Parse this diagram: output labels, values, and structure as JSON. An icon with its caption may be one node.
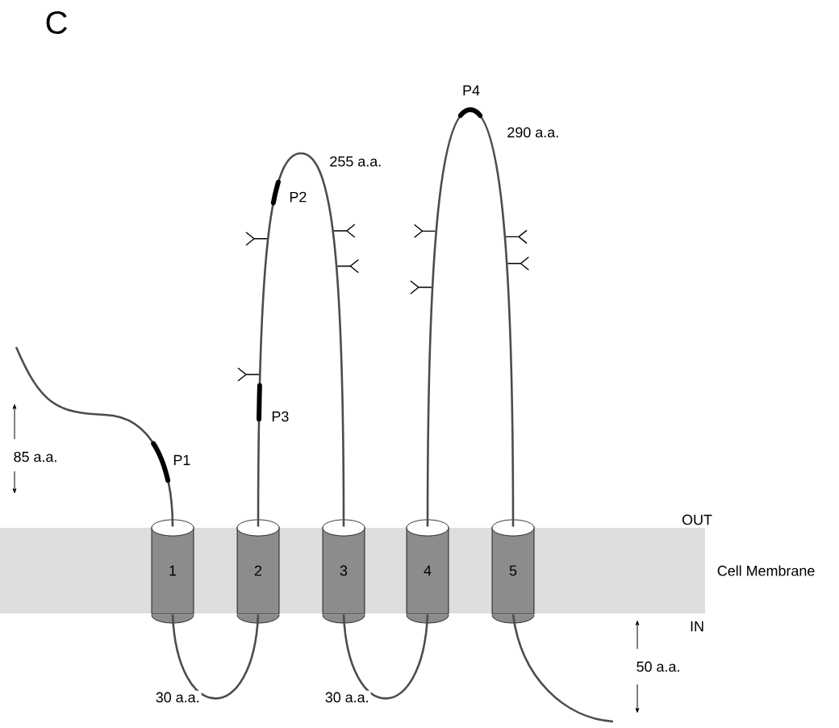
{
  "diagram": {
    "nodes": [
      {
        "text": [
          "Cell Membrane"
        ]
      },
      {
        "text": [
          "1"
        ],
        "in": 0
      },
      {
        "text": [
          "2"
        ],
        "in": 0
      },
      {
        "text": [
          "3"
        ],
        "in": 0
      },
      {
        "text": [
          "4"
        ],
        "in": 0
      },
      {
        "text": [
          "5"
        ],
        "in": 0
      }
    ],
    "edges": [
      {
        "from": null,
        "to": 1,
        "arrow": "none"
      },
      {
        "from": 1,
        "to": 2,
        "arrow": "none",
        "label": "30 a.a."
      },
      {
        "from": 2,
        "to": 3,
        "arrow": "none",
        "label": "255 a.a."
      },
      {
        "from": 3,
        "to": 4,
        "arrow": "none",
        "label": "30 a.a."
      },
      {
        "from": 4,
        "to": 5,
        "arrow": "none",
        "label": "290 a.a."
      },
      {
        "from": 5,
        "to": null,
        "arrow": "none"
      }
    ],
    "labels": [
      "C",
      "P1",
      "P2",
      "P3",
      "P4",
      "85 a.a.",
      "50 a.a.",
      "OUT",
      "IN"
    ]
  }
}
